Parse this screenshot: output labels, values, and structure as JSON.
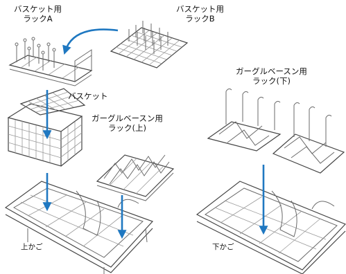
{
  "labels": {
    "rack_a": [
      "バスケット用",
      "ラックA"
    ],
    "rack_b": [
      "バスケット用",
      "ラックB"
    ],
    "basket": "バスケット",
    "gargle_upper": [
      "ガーグルベースン用",
      "ラック(上)"
    ],
    "gargle_lower": [
      "ガーグルベースン用",
      "ラック(下)"
    ],
    "upper_basket": "上かご",
    "lower_basket": "下かご"
  },
  "colors": {
    "arrow": "#1f78c1",
    "wire": "#6a6a6a"
  }
}
